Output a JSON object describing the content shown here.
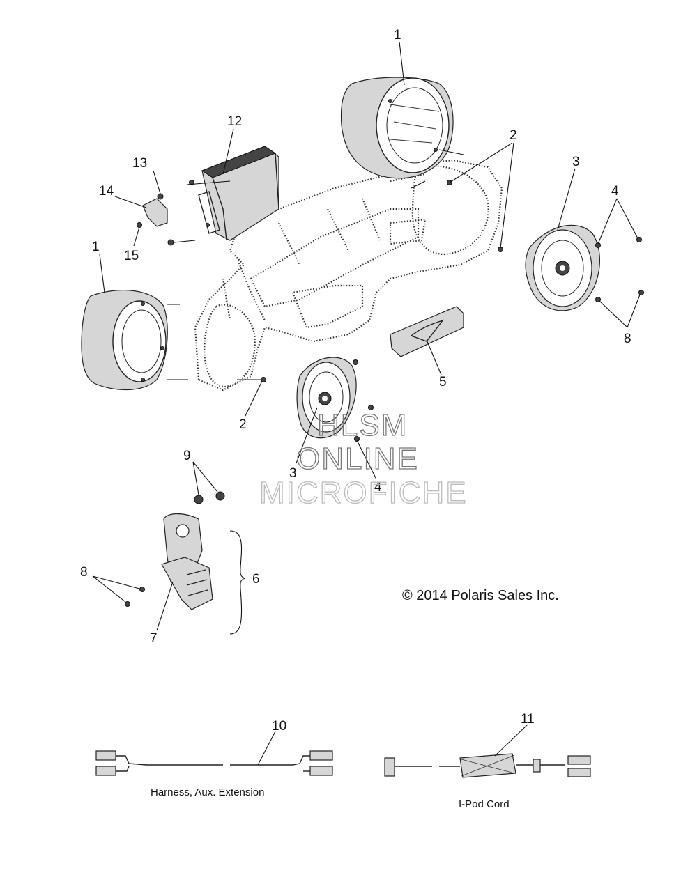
{
  "callouts": {
    "c1_top": "1",
    "c2_right": "2",
    "c3_right": "3",
    "c4_right": "4",
    "c8_right": "8",
    "c5": "5",
    "c12": "12",
    "c13": "13",
    "c14": "14",
    "c15": "15",
    "c1_left": "1",
    "c2_left": "2",
    "c3_center": "3",
    "c4_center": "4",
    "c9": "9",
    "c6": "6",
    "c7": "7",
    "c8_left": "8",
    "c10": "10",
    "c11": "11"
  },
  "captions": {
    "harness": "Harness, Aux. Extension",
    "ipod": "I-Pod Cord"
  },
  "copyright": "© 2014 Polaris Sales Inc.",
  "watermark": {
    "line1": "HLSM",
    "line2": "ONLINE",
    "line3": "MICROFICHE"
  }
}
